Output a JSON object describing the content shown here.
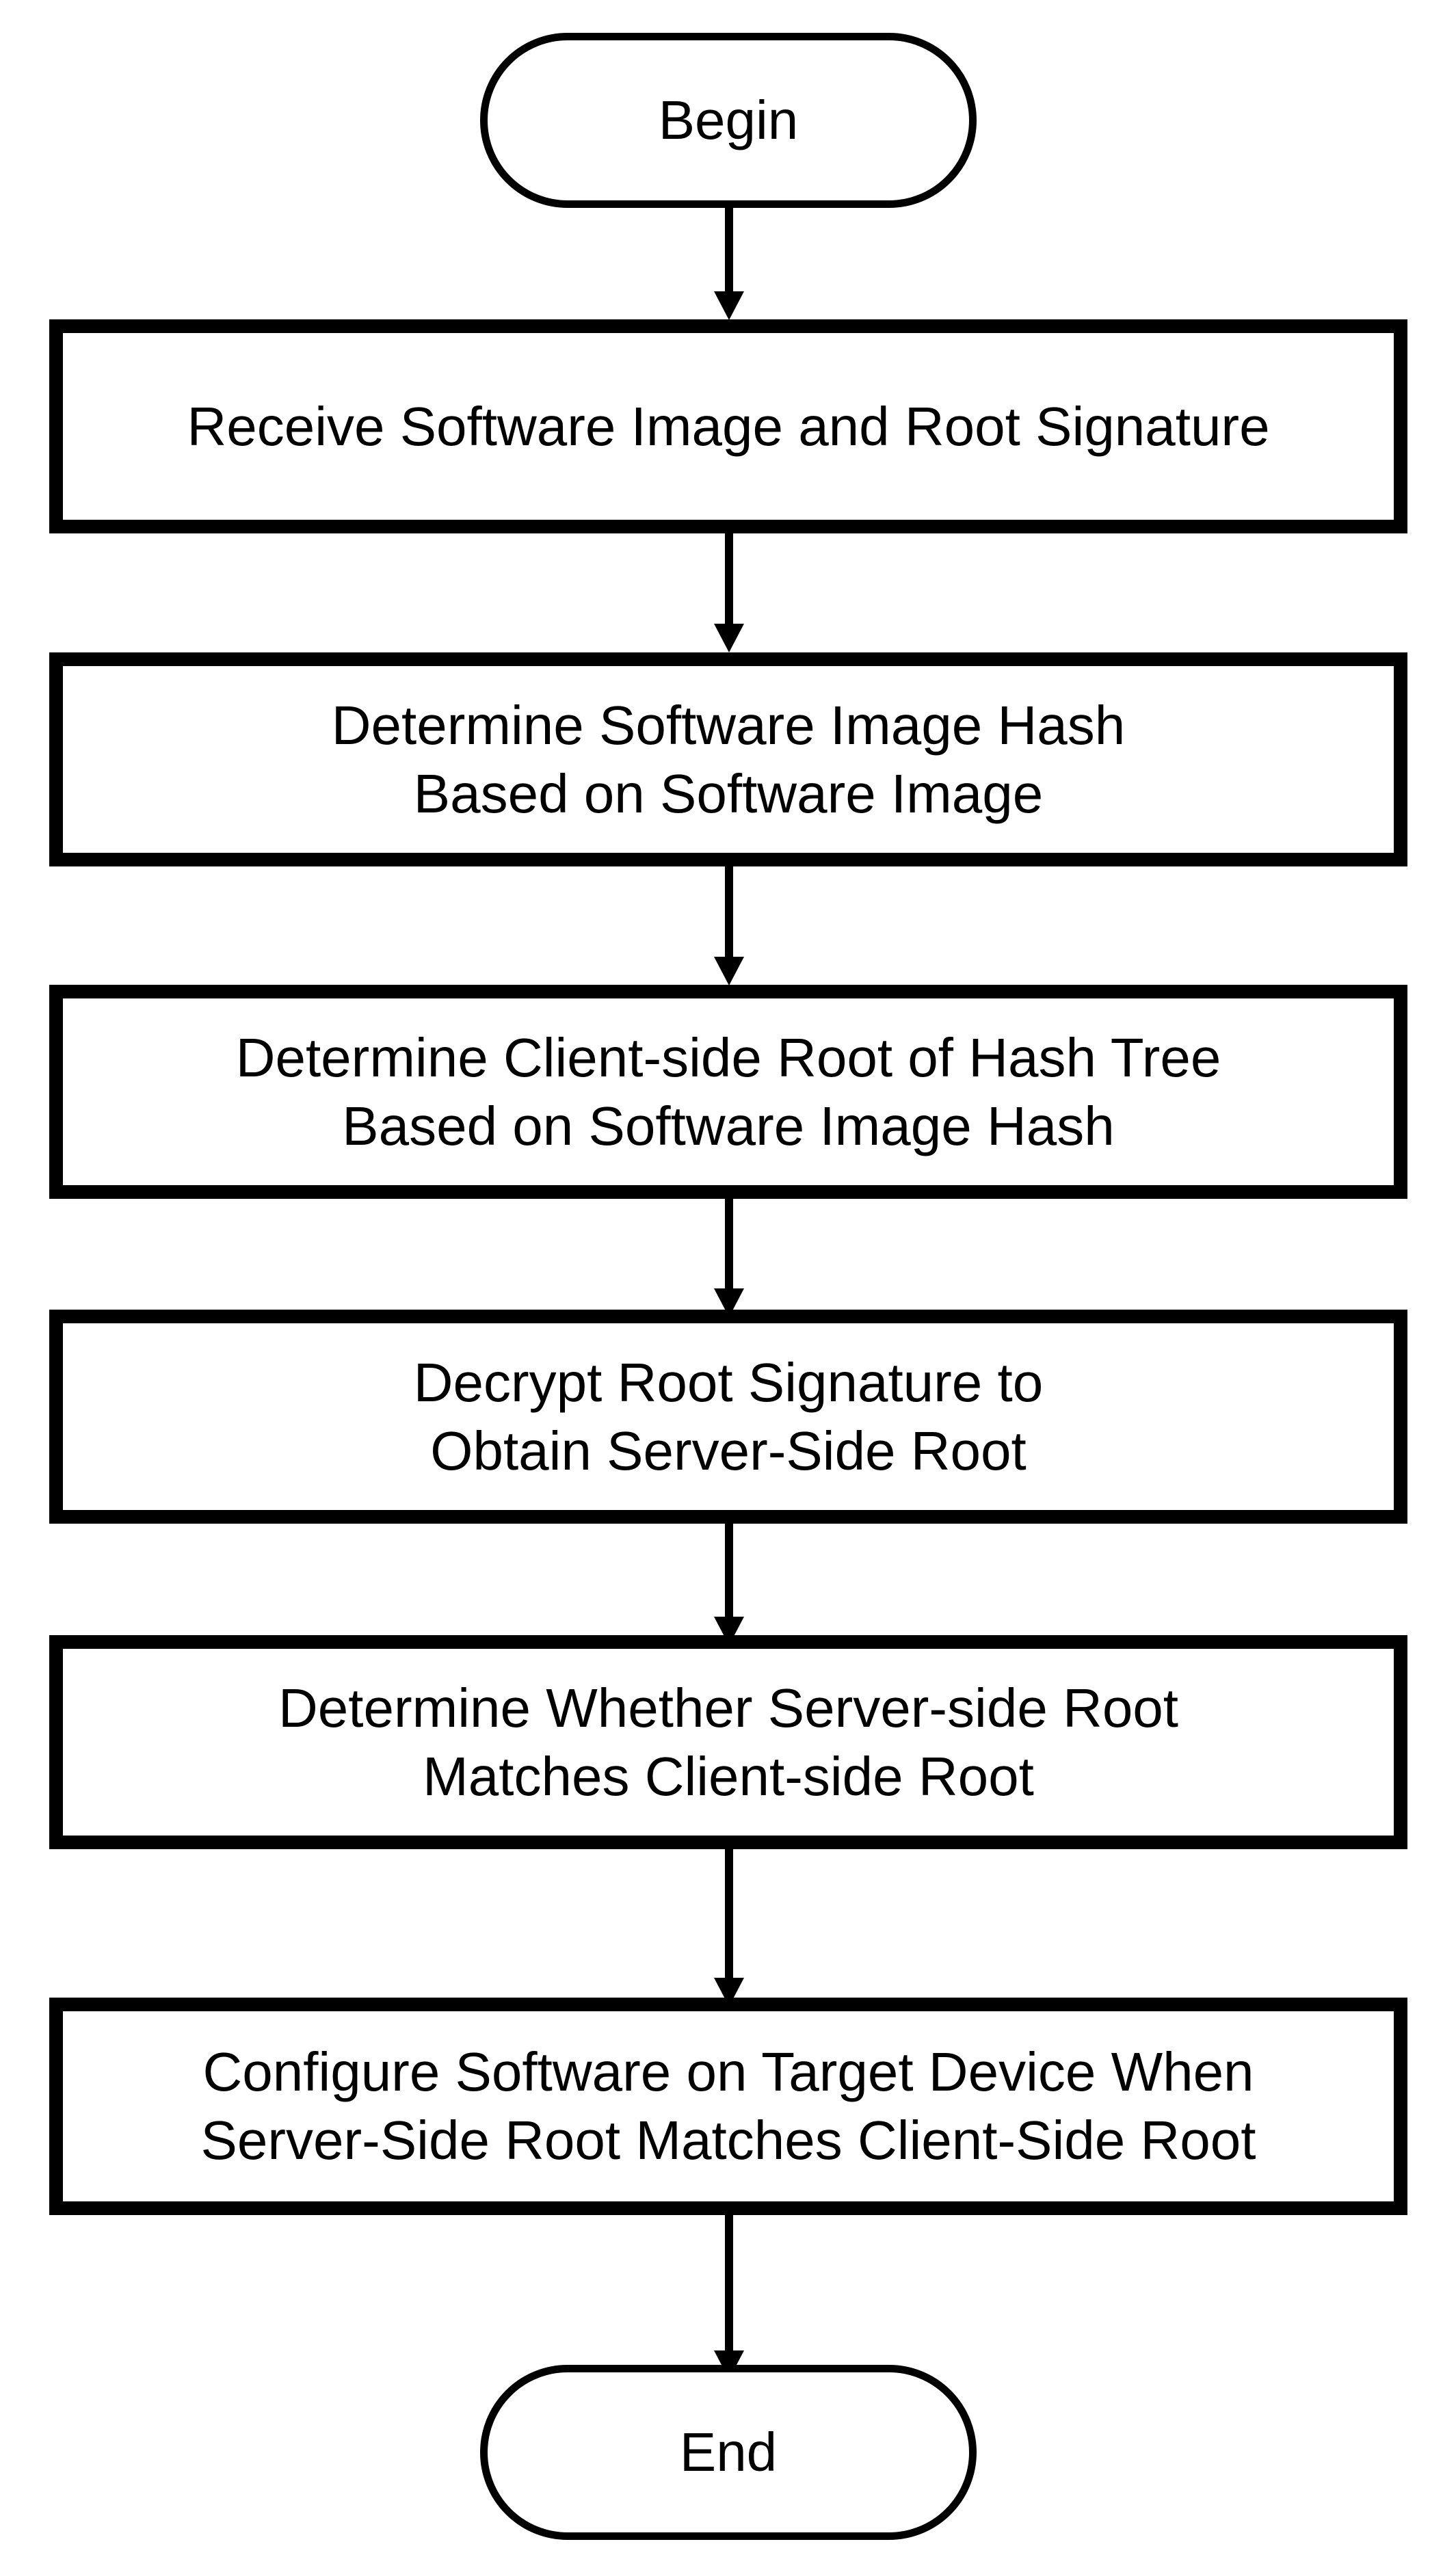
{
  "flowchart": {
    "begin_label": "Begin",
    "end_label": "End",
    "steps": [
      {
        "lines": [
          "Receive Software Image and Root Signature"
        ]
      },
      {
        "lines": [
          "Determine Software Image Hash",
          "Based on Software Image"
        ]
      },
      {
        "lines": [
          "Determine Client-side Root of Hash Tree",
          "Based on Software Image Hash"
        ]
      },
      {
        "lines": [
          "Decrypt Root Signature to",
          "Obtain Server-Side Root"
        ]
      },
      {
        "lines": [
          "Determine Whether Server-side Root",
          "Matches Client-side Root"
        ]
      },
      {
        "lines": [
          "Configure Software on Target Device When",
          "Server-Side Root Matches Client-Side Root"
        ]
      }
    ]
  }
}
